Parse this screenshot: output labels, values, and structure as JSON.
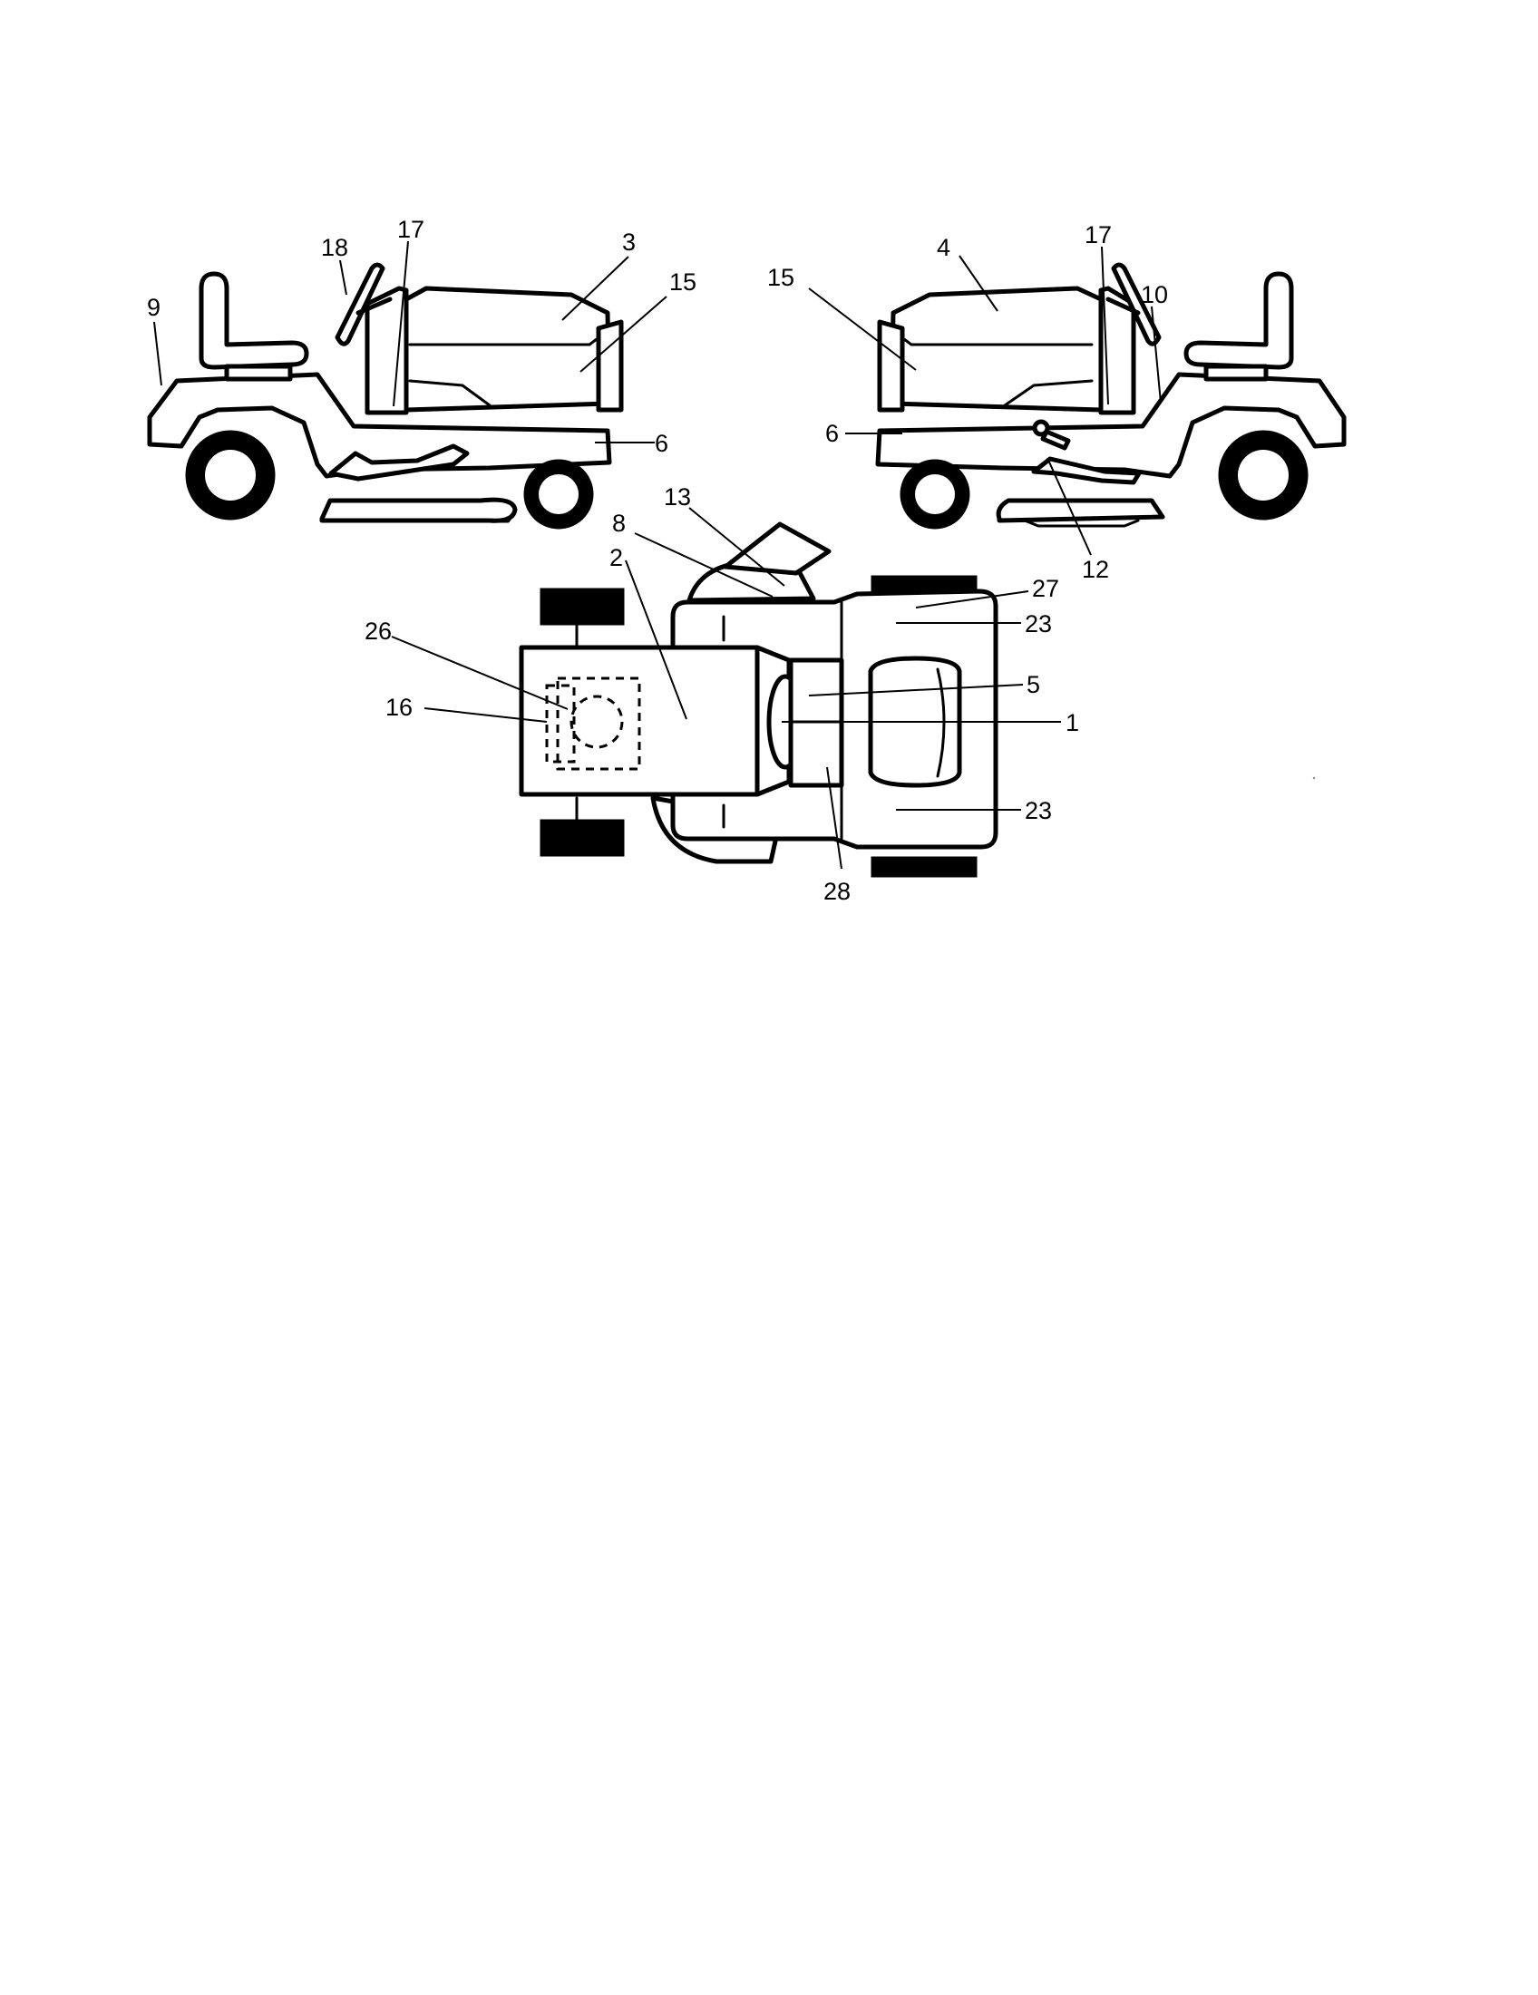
{
  "callouts": {
    "left_side_view": {
      "c9": "9",
      "c18": "18",
      "c17": "17",
      "c3": "3",
      "c15": "15",
      "c6": "6"
    },
    "right_side_view": {
      "c15": "15",
      "c4": "4",
      "c17": "17",
      "c10": "10",
      "c6": "6",
      "c12": "12"
    },
    "top_view": {
      "c13": "13",
      "c8": "8",
      "c2": "2",
      "c26": "26",
      "c16": "16",
      "c27": "27",
      "c23_top": "23",
      "c5": "5",
      "c1": "1",
      "c23_bottom": "23",
      "c28": "28"
    }
  }
}
